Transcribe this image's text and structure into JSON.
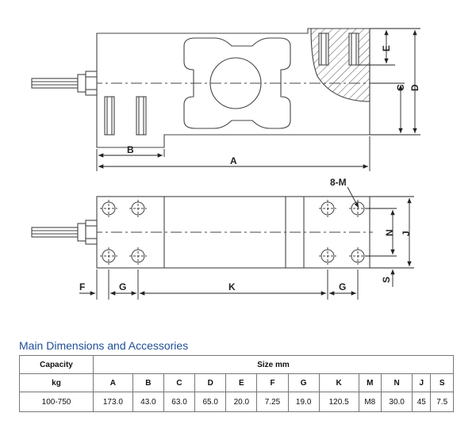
{
  "drawing": {
    "labels": {
      "A": "A",
      "B": "B",
      "C": "C",
      "D": "D",
      "E": "E",
      "F": "F",
      "G": "G",
      "K": "K",
      "N": "N",
      "J": "J",
      "S": "S",
      "M": "8-M"
    }
  },
  "section_title": "Main Dimensions and Accessories",
  "table": {
    "capacity_header": "Capacity",
    "unit_header": "kg",
    "size_header": "Size mm",
    "columns": [
      "A",
      "B",
      "C",
      "D",
      "E",
      "F",
      "G",
      "K",
      "M",
      "N",
      "J",
      "S"
    ],
    "rows": [
      {
        "capacity": "100-750",
        "values": [
          "173.0",
          "43.0",
          "63.0",
          "65.0",
          "20.0",
          "7.25",
          "19.0",
          "120.5",
          "M8",
          "30.0",
          "45",
          "7.5"
        ]
      }
    ]
  }
}
